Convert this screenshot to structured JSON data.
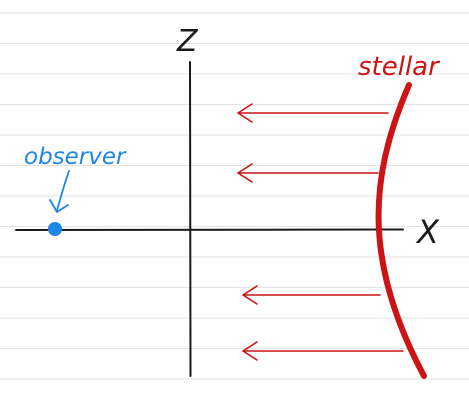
{
  "diagram": {
    "labels": {
      "z_axis": "Z",
      "x_axis": "X",
      "source": "stellar",
      "observer": "observer"
    },
    "colors": {
      "paper": "#ffffff",
      "ruled_line": "#e3e3e3",
      "axis": "#1a1a1a",
      "stellar": "#cc1414",
      "observer": "#1f86e6"
    },
    "arrow_count": 4
  }
}
